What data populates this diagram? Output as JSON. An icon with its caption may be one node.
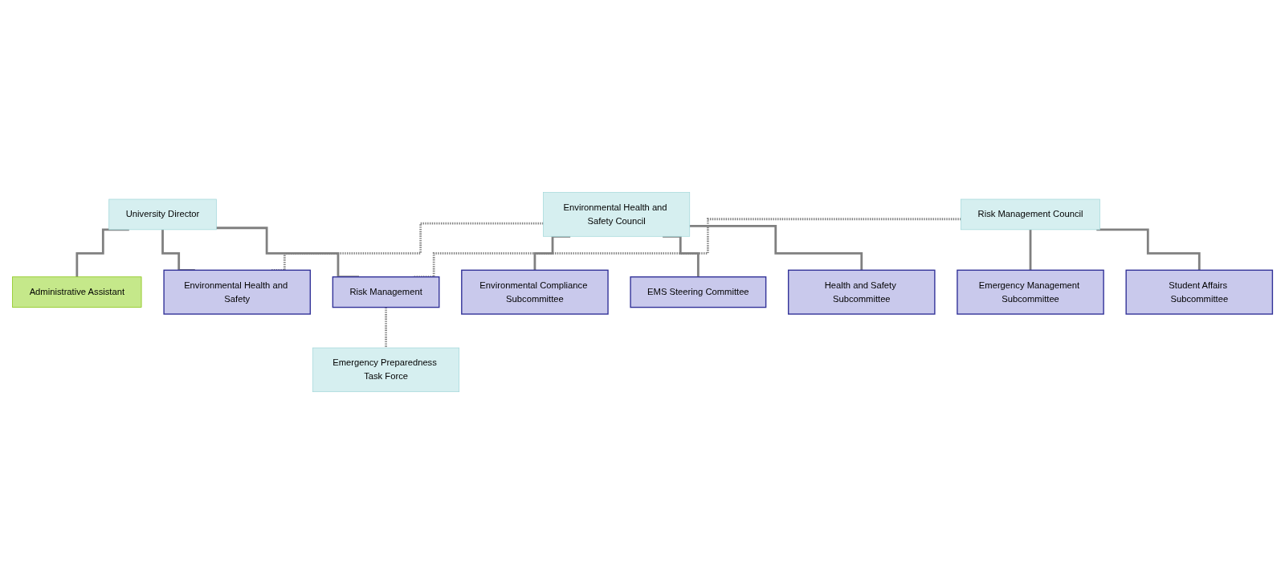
{
  "diagram": {
    "nodes": [
      {
        "text": [
          "University Director"
        ]
      },
      {
        "text": [
          "Administrative Assistant"
        ]
      },
      {
        "text": [
          "Environmental Health and Safety Council"
        ]
      },
      {
        "text": [
          "Environmental Health and Safety"
        ]
      },
      {
        "text": [
          "Risk Management Council"
        ]
      },
      {
        "text": [
          "Risk Management"
        ]
      },
      {
        "text": [
          "Emergency Preparedness Task Force"
        ]
      },
      {
        "text": [
          "Environmental Compliance Subcommittee"
        ]
      },
      {
        "text": [
          "EMS Steering Committee"
        ]
      },
      {
        "text": [
          "Health and Safety Subcommittee"
        ]
      },
      {
        "text": [
          "Emergency Management Subcommittee"
        ]
      },
      {
        "text": [
          "Student Affairs Subcommittee"
        ]
      }
    ],
    "edges": [
      {
        "from": 0,
        "to": 1,
        "arrow": "none"
      },
      {
        "from": 0,
        "to": 3,
        "arrow": "none"
      },
      {
        "from": 0,
        "to": 5,
        "arrow": "none"
      },
      {
        "from": 2,
        "to": 3,
        "arrow": "none",
        "style": "dashed"
      },
      {
        "from": 4,
        "to": 5,
        "arrow": "none",
        "style": "dashed"
      },
      {
        "from": 5,
        "to": 6,
        "arrow": "none",
        "style": "dashed"
      },
      {
        "from": 2,
        "to": 7,
        "arrow": "none"
      },
      {
        "from": 2,
        "to": 8,
        "arrow": "none"
      },
      {
        "from": 2,
        "to": 9,
        "arrow": "none"
      },
      {
        "from": 4,
        "to": 10,
        "arrow": "none"
      },
      {
        "from": 4,
        "to": 11,
        "arrow": "none"
      }
    ]
  }
}
